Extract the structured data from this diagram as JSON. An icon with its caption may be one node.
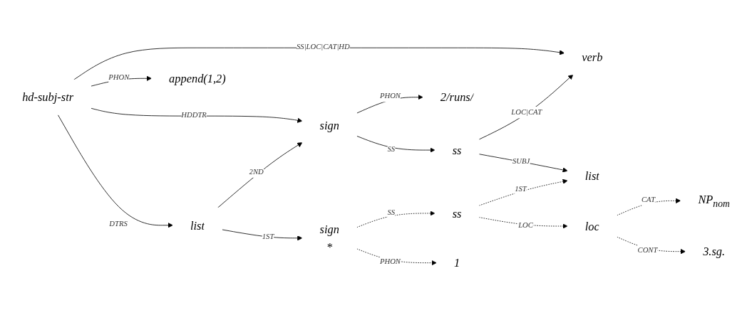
{
  "diagram": {
    "nodes": [
      {
        "text": [
          "hd-subj-str"
        ]
      },
      {
        "text": [
          "append(1,2)"
        ]
      },
      {
        "text": [
          "sign"
        ]
      },
      {
        "text": [
          "2/runs/"
        ]
      },
      {
        "text": [
          "verb"
        ]
      },
      {
        "text": [
          "ss"
        ]
      },
      {
        "text": [
          "list"
        ]
      },
      {
        "text": [
          "list"
        ]
      },
      {
        "text": [
          "sign",
          "*"
        ]
      },
      {
        "text": [
          "ss"
        ]
      },
      {
        "text": [
          "loc"
        ]
      },
      {
        "text": [
          "NP$_{nom}$"
        ]
      },
      {
        "text": [
          "3.sg."
        ]
      },
      {
        "text": [
          "1"
        ]
      }
    ],
    "edges": [
      {
        "from": 0,
        "to": 4,
        "arrow": "to",
        "label": "SS|LOC|CAT|HD"
      },
      {
        "from": 0,
        "to": 1,
        "arrow": "to",
        "label": "PHON"
      },
      {
        "from": 0,
        "to": 2,
        "arrow": "to",
        "label": "HDDTR"
      },
      {
        "from": 0,
        "to": 7,
        "arrow": "to",
        "label": "DTRS"
      },
      {
        "from": 7,
        "to": 2,
        "arrow": "to",
        "label": "2ND"
      },
      {
        "from": 7,
        "to": 8,
        "arrow": "to",
        "label": "1ST"
      },
      {
        "from": 2,
        "to": 3,
        "arrow": "to",
        "label": "PHON"
      },
      {
        "from": 2,
        "to": 5,
        "arrow": "to",
        "label": "SS"
      },
      {
        "from": 5,
        "to": 4,
        "arrow": "to",
        "label": "LOC|CAT"
      },
      {
        "from": 5,
        "to": 6,
        "arrow": "to",
        "label": "SUBJ"
      },
      {
        "from": 8,
        "to": 9,
        "arrow": "to",
        "label": "SS",
        "style": "dashed"
      },
      {
        "from": 8,
        "to": 13,
        "arrow": "to",
        "label": "PHON",
        "style": "dashed"
      },
      {
        "from": 9,
        "to": 6,
        "arrow": "to",
        "label": "1ST",
        "style": "dashed"
      },
      {
        "from": 9,
        "to": 10,
        "arrow": "to",
        "label": "LOC",
        "style": "dashed"
      },
      {
        "from": 10,
        "to": 11,
        "arrow": "to",
        "label": "CAT",
        "style": "dashed"
      },
      {
        "from": 10,
        "to": 12,
        "arrow": "to",
        "label": "CONT",
        "style": "dashed"
      }
    ]
  }
}
